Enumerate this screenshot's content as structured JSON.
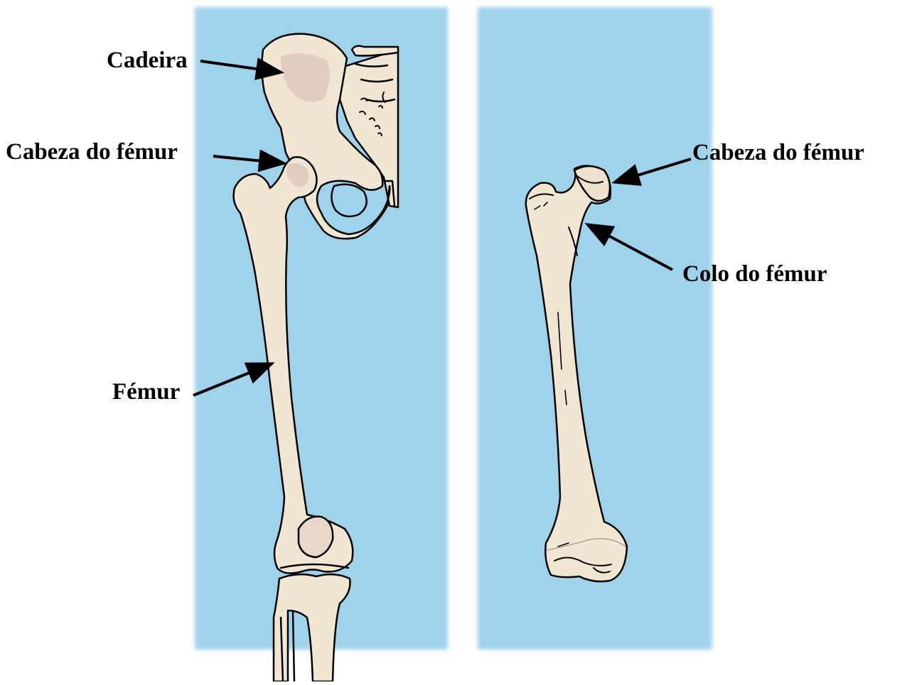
{
  "labels": {
    "cadeira": "Cadeira",
    "cabeza_femur_left": "Cabeza do fémur",
    "femur": "Fémur",
    "cabeza_femur_right": "Cabeza do fémur",
    "colo_femur": "Colo do fémur"
  },
  "colors": {
    "panel_background": "#9fd3ec",
    "bone_fill": "#f1e6d2",
    "bone_shade": "#e2cdbf",
    "outline": "#000000"
  }
}
